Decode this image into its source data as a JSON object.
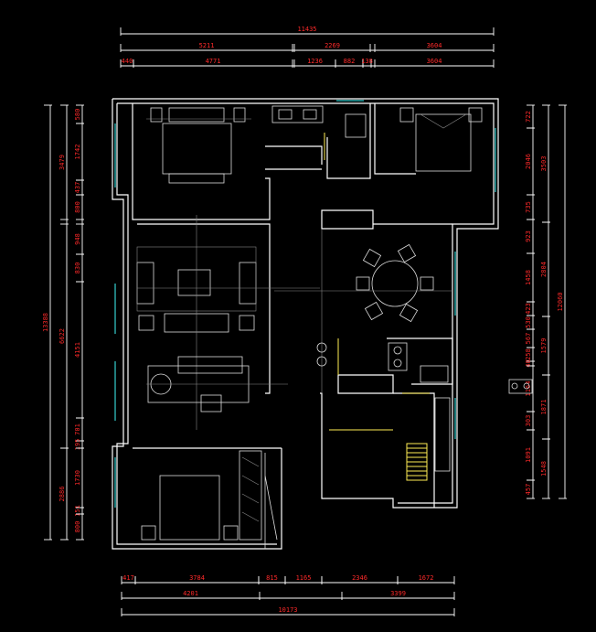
{
  "drawing": {
    "top_dimensions": {
      "overall": "11435",
      "row2": [
        "5211",
        "2269",
        "3604"
      ],
      "row3": [
        "440",
        "4771",
        "1236",
        "882",
        "138",
        "3604"
      ]
    },
    "bottom_dimensions": {
      "row1": [
        "417",
        "3784",
        "815",
        "1165",
        "2346",
        "1672"
      ],
      "row2": [
        "4201",
        "3399"
      ],
      "overall": "10173"
    },
    "left_dimensions": {
      "overall": "13388",
      "middle": [
        "3479",
        "6622",
        "2886"
      ],
      "inner": [
        "580",
        "1742",
        "437",
        "800",
        "948",
        "830",
        "4151",
        "701",
        "195",
        "1730",
        "151",
        "800"
      ]
    },
    "right_dimensions": {
      "overall": "12060",
      "middle": [
        "3503",
        "2804",
        "1579",
        "1871",
        "1548"
      ],
      "inner": [
        "722",
        "2046",
        "735",
        "923",
        "1458",
        "423",
        "530",
        "567",
        "258",
        "40",
        "1164",
        "303",
        "1091",
        "457"
      ]
    },
    "colors": {
      "background": "#000000",
      "walls": "#ffffff",
      "dimension_text": "#ff2a2a",
      "windows": "#2aa7a7",
      "accent": "#ffee55"
    }
  }
}
